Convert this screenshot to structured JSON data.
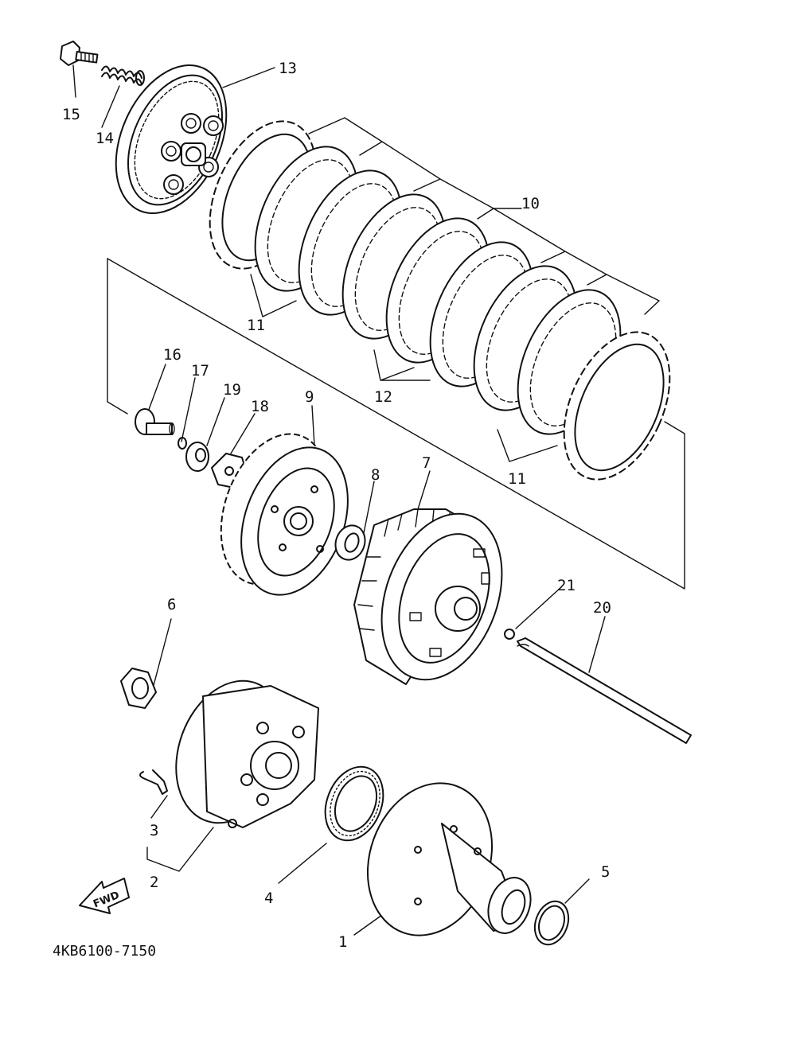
{
  "diagram": {
    "part_numbers": [
      "1",
      "2",
      "3",
      "4",
      "5",
      "6",
      "7",
      "8",
      "9",
      "10",
      "11",
      "11",
      "12",
      "13",
      "14",
      "15",
      "16",
      "17",
      "18",
      "19",
      "20",
      "21"
    ],
    "direction_arrow": "FWD",
    "drawing_code": "4KB6100-7150"
  },
  "icons": {
    "fwd": "direction-arrow-icon"
  }
}
